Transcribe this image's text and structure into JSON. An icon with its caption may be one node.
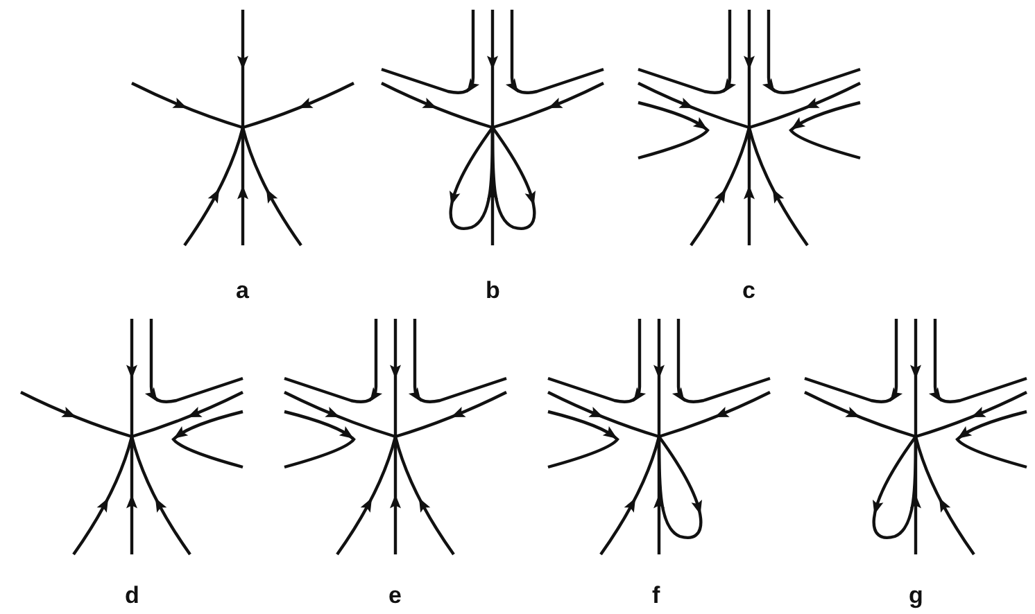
{
  "diagram": {
    "labels": [
      "a",
      "b",
      "c",
      "d",
      "e",
      "f",
      "g"
    ]
  }
}
